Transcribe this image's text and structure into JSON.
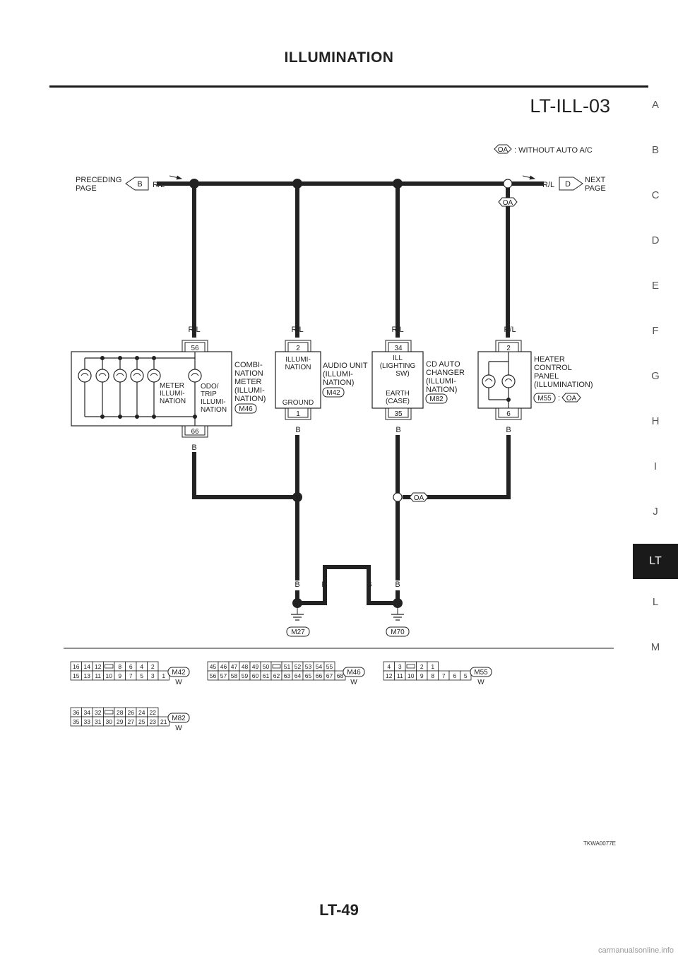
{
  "header": {
    "title": "ILLUMINATION",
    "diagram_code": "LT-ILL-03"
  },
  "side_index": [
    "A",
    "B",
    "C",
    "D",
    "E",
    "F",
    "G",
    "H",
    "I",
    "J",
    "LT",
    "L",
    "M"
  ],
  "side_index_active": "LT",
  "legend": {
    "badge": "OA",
    "text": ": WITHOUT AUTO A/C"
  },
  "refs": {
    "preceding_lines": [
      "PRECEDING",
      "PAGE"
    ],
    "preceding_code": "B",
    "next_lines": [
      "NEXT",
      "PAGE"
    ],
    "next_code": "D"
  },
  "wires": {
    "rl": "R/L",
    "b": "B"
  },
  "components": {
    "combi": {
      "pin_top": "56",
      "pin_bottom": "66",
      "sub1": [
        "METER",
        "ILLUMI-",
        "NATION"
      ],
      "sub2": [
        "ODO/",
        "TRIP",
        "ILLUMI-",
        "NATION"
      ],
      "name": [
        "COMBI-",
        "NATION",
        "METER",
        "(ILLUMI-",
        " NATION)"
      ],
      "connector": "M46"
    },
    "audio": {
      "pin_top": "2",
      "pin_bottom": "1",
      "inner_top": [
        "ILLUMI-",
        "NATION"
      ],
      "inner_bottom": "GROUND",
      "name": [
        "AUDIO UNIT",
        "(ILLUMI-",
        " NATION)"
      ],
      "connector": "M42"
    },
    "cd": {
      "pin_top": "34",
      "pin_bottom": "35",
      "inner_top": [
        "ILL",
        "(LIGHTING",
        "SW)"
      ],
      "inner_bottom": [
        "EARTH",
        "(CASE)"
      ],
      "name": [
        "CD AUTO",
        "CHANGER",
        "(ILLUMI-",
        " NATION)"
      ],
      "connector": "M82"
    },
    "heater": {
      "pin_top": "2",
      "pin_bottom": "6",
      "name": [
        "HEATER",
        "CONTROL",
        "PANEL",
        "(ILLUMINATION)"
      ],
      "connector": "M55",
      "note_sep": ":",
      "note_badge": "OA"
    }
  },
  "grounds": [
    "M27",
    "M70"
  ],
  "connector_views": [
    {
      "id": "M42",
      "color": "W",
      "top": [
        "16",
        "14",
        "12",
        "",
        "8",
        "6",
        "4",
        "2"
      ],
      "bottom": [
        "15",
        "13",
        "11",
        "10",
        "9",
        "7",
        "5",
        "3",
        "1"
      ]
    },
    {
      "id": "M46",
      "color": "W",
      "top": [
        "45",
        "46",
        "47",
        "48",
        "49",
        "50",
        "",
        "51",
        "52",
        "53",
        "54",
        "55"
      ],
      "bottom": [
        "56",
        "57",
        "58",
        "59",
        "60",
        "61",
        "62",
        "63",
        "64",
        "65",
        "66",
        "67",
        "68"
      ]
    },
    {
      "id": "M55",
      "color": "W",
      "top": [
        "4",
        "3",
        "",
        "2",
        "1"
      ],
      "bottom": [
        "12",
        "11",
        "10",
        "9",
        "8",
        "7",
        "6",
        "5"
      ]
    },
    {
      "id": "M82",
      "color": "W",
      "top": [
        "36",
        "34",
        "32",
        "",
        "28",
        "26",
        "24",
        "22"
      ],
      "bottom": [
        "35",
        "33",
        "31",
        "30",
        "29",
        "27",
        "25",
        "23",
        "21"
      ]
    }
  ],
  "image_code": "TKWA0077E",
  "footer": {
    "page": "LT-49",
    "url": "carmanualsonline.info"
  }
}
